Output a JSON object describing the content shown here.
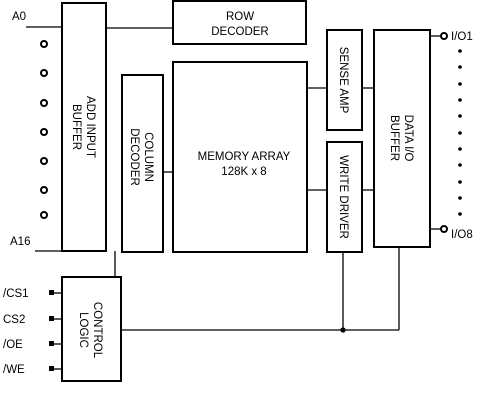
{
  "blocks": {
    "row_decoder": {
      "line1": "ROW",
      "line2": "DECODER"
    },
    "add_input_buffer": {
      "line1": "ADD INPUT",
      "line2": "BUFFER"
    },
    "column_decoder": {
      "line1": "COLUMN",
      "line2": "DECODER"
    },
    "memory_array": {
      "line1": "MEMORY ARRAY",
      "line2": "128K x 8"
    },
    "sense_amp": {
      "label": "SENSE AMP"
    },
    "write_driver": {
      "label": "WRITE DRIVER"
    },
    "data_io_buffer": {
      "line1": "DATA I/O",
      "line2": "BUFFER"
    },
    "control_logic": {
      "line1": "CONTROL",
      "line2": "LOGIC"
    }
  },
  "pins": {
    "address_first": "A0",
    "address_last": "A16",
    "io_first": "I/O1",
    "io_last": "I/O8",
    "cs1": "/CS1",
    "cs2": "CS2",
    "oe": "/OE",
    "we": "/WE"
  }
}
